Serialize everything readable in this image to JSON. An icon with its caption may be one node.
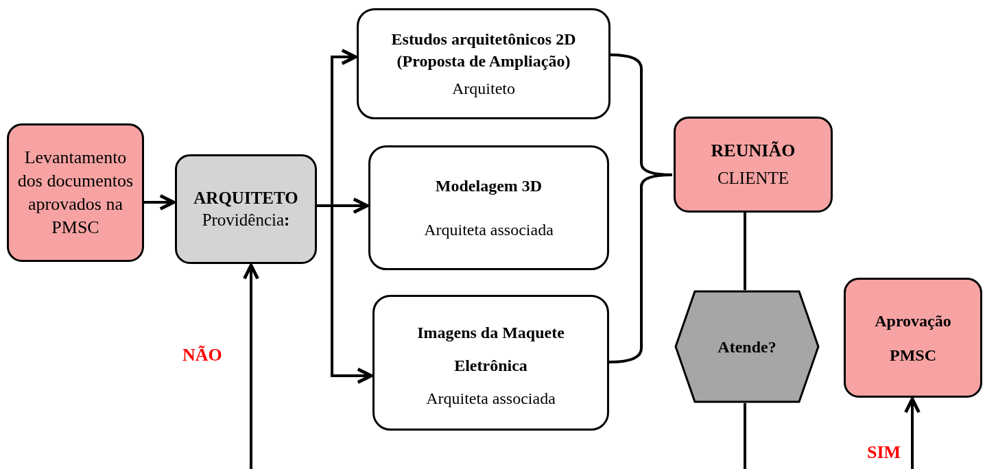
{
  "diagram": {
    "nodes": [
      {
        "text": [
          "Levantamento dos documentos aprovados na PMSC"
        ]
      },
      {
        "text": [
          "ARQUITETO",
          "Providência**:**"
        ]
      },
      {
        "text": [
          "Estudos arquitetônicos 2D (Proposta de Ampliação)",
          "Arquiteto"
        ]
      },
      {
        "text": [
          "Modelagem 3D",
          "Arquiteta associada"
        ]
      },
      {
        "text": [
          "Imagens da Maquete Eletrônica",
          "Arquiteta associada"
        ]
      },
      {
        "text": [
          "REUNIÃO",
          "CLIENTE"
        ]
      },
      {
        "text": [
          "Atende?"
        ]
      },
      {
        "text": [
          "Aprovação PMSC"
        ]
      }
    ],
    "edges": [
      {
        "from": 0,
        "to": 1,
        "arrow": "to"
      },
      {
        "from": 1,
        "to": 2,
        "arrow": "to"
      },
      {
        "from": 1,
        "to": 3,
        "arrow": "to"
      },
      {
        "from": 1,
        "to": 4,
        "arrow": "to"
      },
      {
        "from": 2,
        "to": 5,
        "arrow": "none"
      },
      {
        "from": 4,
        "to": 5,
        "arrow": "none"
      },
      {
        "from": 5,
        "to": 6,
        "arrow": "none"
      },
      {
        "from": 6,
        "to": null,
        "arrow": "none"
      },
      {
        "from": null,
        "to": 1,
        "arrow": "to",
        "label": "NÃO"
      },
      {
        "from": null,
        "to": 7,
        "arrow": "to",
        "label": "SIM"
      }
    ]
  }
}
